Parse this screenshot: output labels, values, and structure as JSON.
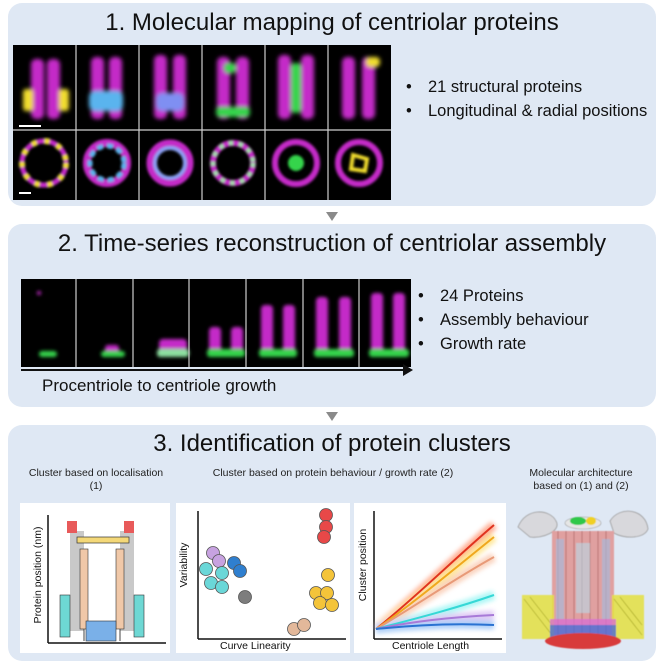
{
  "panel1": {
    "title": "1. Molecular mapping of centriolar proteins",
    "bullets": [
      "21 structural proteins",
      "Longitudinal & radial positions"
    ]
  },
  "panel2": {
    "title": "2. Time-series reconstruction of centriolar assembly",
    "bullets": [
      "24 Proteins",
      "Assembly behaviour",
      "Growth rate"
    ],
    "axis_label": "Procentriole to centriole growth"
  },
  "panel3": {
    "title": "3. Identification of protein clusters",
    "sub1": "Cluster based on localisation (1)",
    "sub2": "Cluster based on protein behaviour / growth rate (2)",
    "sub3": "Molecular architecture based on (1) and (2)",
    "plot1_ylabel": "Protein position (nm)",
    "plot2_xlabel": "Curve Linearity",
    "plot2_ylabel": "Variability",
    "plot3_xlabel": "Centriole Length",
    "plot3_ylabel": "Cluster position"
  },
  "bullet_symbol": "•",
  "colors": {
    "panel_bg": "#dfe8f4",
    "magenta": "#d12ad6",
    "green": "#2fd64a",
    "cyan": "#53c8f0",
    "yellow": "#f4e03a"
  }
}
